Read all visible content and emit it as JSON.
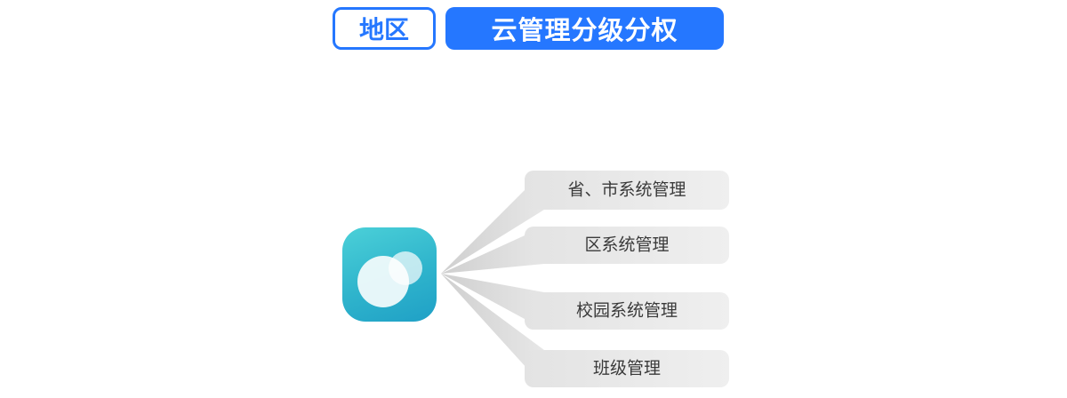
{
  "header": {
    "region_label": "地区",
    "title": "云管理分级分权"
  },
  "diagram": {
    "icon": "cloud-app-icon",
    "levels": [
      {
        "label": "省、市系统管理"
      },
      {
        "label": "区系统管理"
      },
      {
        "label": "校园系统管理"
      },
      {
        "label": "班级管理"
      }
    ]
  },
  "colors": {
    "accent_blue": "#2577FF",
    "bar_gray_light": "#efefef",
    "bar_gray_dark": "#e3e3e3",
    "wedge_gray_dark": "#cfcfcf",
    "wedge_gray_light": "#e7e7e7",
    "icon_teal_start": "#4BD0D8",
    "icon_teal_end": "#1FA0C6",
    "label_text": "#3a3a3a"
  }
}
